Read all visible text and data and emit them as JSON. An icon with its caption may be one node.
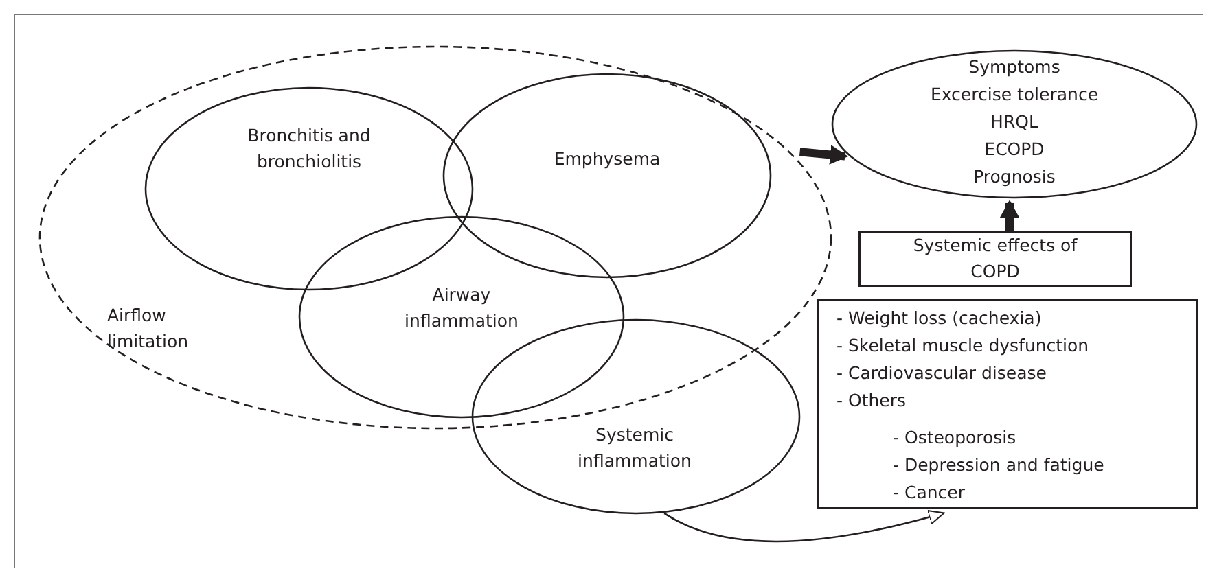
{
  "diagram": {
    "nodes": [
      {
        "text": [
          "Airflow limitation"
        ]
      },
      {
        "text": [
          "Bronchitis and bronchiolitis"
        ],
        "in": 0
      },
      {
        "text": [
          "Emphysema"
        ],
        "in": 0
      },
      {
        "text": [
          "Airway inflammation"
        ],
        "in": 0
      },
      {
        "text": [
          "Systemic inflammation"
        ]
      },
      {
        "text": [
          "Symptoms",
          "Excercise tolerance",
          "HRQL",
          "ECOPD",
          "Prognosis"
        ]
      },
      {
        "text": [
          "Systemic effects of COPD"
        ]
      },
      {
        "text": [
          "- Weight loss (cachexia)",
          "- Skeletal muscle dysfunction",
          "- Cardiovascular disease",
          "- Others",
          "- Osteoporosis",
          "- Depression and fatigue",
          "- Cancer"
        ]
      }
    ],
    "edges": [
      {
        "from": 0,
        "to": 5,
        "arrow": "to"
      },
      {
        "from": 6,
        "to": 5,
        "arrow": "to"
      },
      {
        "from": 4,
        "to": 7,
        "arrow": "to"
      }
    ]
  }
}
